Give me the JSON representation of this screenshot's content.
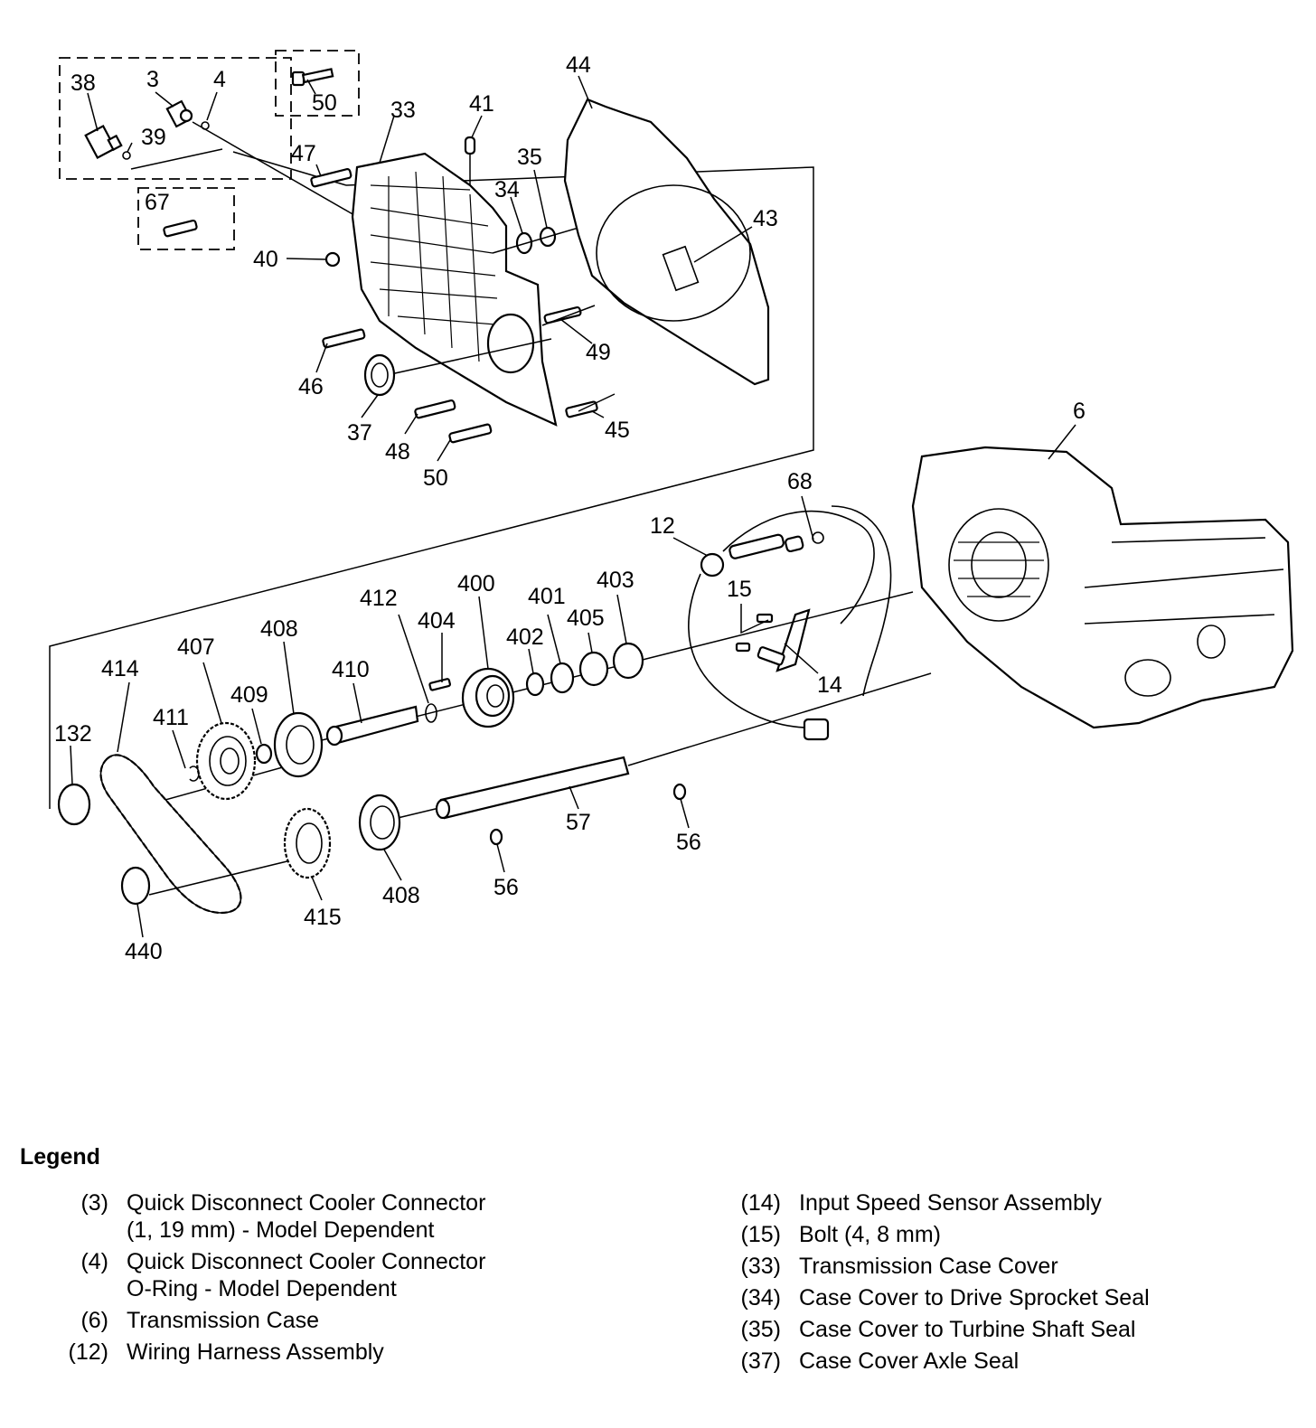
{
  "callouts": {
    "c38": "38",
    "c3": "3",
    "c4": "4",
    "c39": "39",
    "c50a": "50",
    "c33": "33",
    "c41": "41",
    "c44": "44",
    "c35": "35",
    "c34": "34",
    "c47": "47",
    "c43": "43",
    "c67": "67",
    "c40": "40",
    "c49": "49",
    "c46": "46",
    "c37": "37",
    "c48": "48",
    "c45": "45",
    "c50b": "50",
    "c6": "6",
    "c68": "68",
    "c12": "12",
    "c15": "15",
    "c14": "14",
    "c412": "412",
    "c400": "400",
    "c401": "401",
    "c403": "403",
    "c404": "404",
    "c402": "402",
    "c405": "405",
    "c407": "407",
    "c408a": "408",
    "c414": "414",
    "c410": "410",
    "c409": "409",
    "c411": "411",
    "c132": "132",
    "c57": "57",
    "c56a": "56",
    "c56b": "56",
    "c408b": "408",
    "c415": "415",
    "c440": "440"
  },
  "legend": {
    "title": "Legend",
    "left": [
      {
        "num": "(3)",
        "desc": "Quick Disconnect Cooler Connector\n(1, 19 mm) - Model Dependent"
      },
      {
        "num": "(4)",
        "desc": "Quick Disconnect Cooler Connector\nO-Ring - Model Dependent"
      },
      {
        "num": "(6)",
        "desc": "Transmission Case"
      },
      {
        "num": "(12)",
        "desc": "Wiring Harness Assembly"
      }
    ],
    "right": [
      {
        "num": "(14)",
        "desc": "Input Speed Sensor Assembly"
      },
      {
        "num": "(15)",
        "desc": "Bolt (4, 8 mm)"
      },
      {
        "num": "(33)",
        "desc": "Transmission Case Cover"
      },
      {
        "num": "(34)",
        "desc": "Case Cover to Drive Sprocket Seal"
      },
      {
        "num": "(35)",
        "desc": "Case Cover to Turbine Shaft Seal"
      },
      {
        "num": "(37)",
        "desc": "Case Cover Axle Seal"
      }
    ]
  }
}
